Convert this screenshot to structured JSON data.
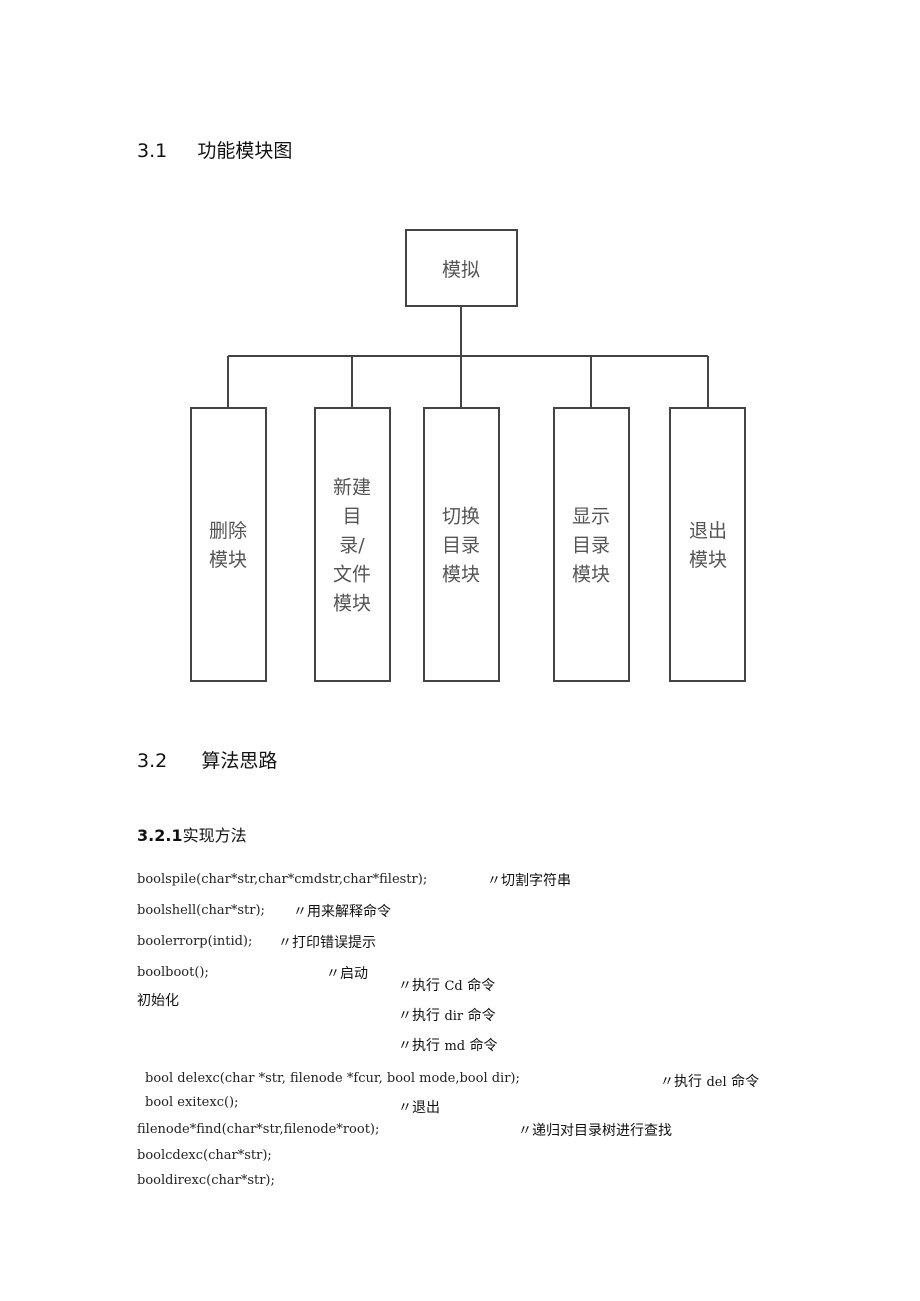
{
  "section_3_1": {
    "number": "3.1",
    "title": "功能模块图"
  },
  "diagram": {
    "root": "模拟",
    "modules": [
      {
        "lines": [
          "删除",
          "模块"
        ]
      },
      {
        "lines": [
          "新建",
          "目",
          "录/",
          "文件",
          "模块"
        ]
      },
      {
        "lines": [
          "切换",
          "目录",
          "模块"
        ]
      },
      {
        "lines": [
          "显示",
          "目录",
          "模块"
        ]
      },
      {
        "lines": [
          "退出",
          "模块"
        ]
      }
    ]
  },
  "section_3_2": {
    "number": "3.2",
    "title": "算法思路"
  },
  "section_3_2_1": {
    "number": "3.2.1",
    "title": "实现方法"
  },
  "code": {
    "l1": "boolspile(char*str,char*cmdstr,char*filestr);",
    "c1": "〃切割字符串",
    "l2": "boolshell(char*str);",
    "c2": "〃用来解释命令",
    "l3": "boolerrorp(intid);",
    "c3": "〃打印错误提示",
    "l4": "boolboot();",
    "c4": "〃启动",
    "c4b": "初始化",
    "c5a": "〃执行",
    "c5b": "Cd",
    "c5c": "命令",
    "c6a": "〃执行",
    "c6b": "dir",
    "c6c": "命令",
    "c7a": "〃执行",
    "c7b": "md",
    "c7c": "命令",
    "l8": "bool delexc(char *str, filenode *fcur, bool mode,bool dir);",
    "c8a": "〃执行",
    "c8b": "del",
    "c8c": "命令",
    "l9": "bool exitexc();",
    "c9": "〃退出",
    "l10": "filenode*find(char*str,filenode*root);",
    "c10": "〃递归对目录树进行查找",
    "l11": "boolcdexc(char*str);",
    "l12": "booldirexc(char*str);"
  }
}
